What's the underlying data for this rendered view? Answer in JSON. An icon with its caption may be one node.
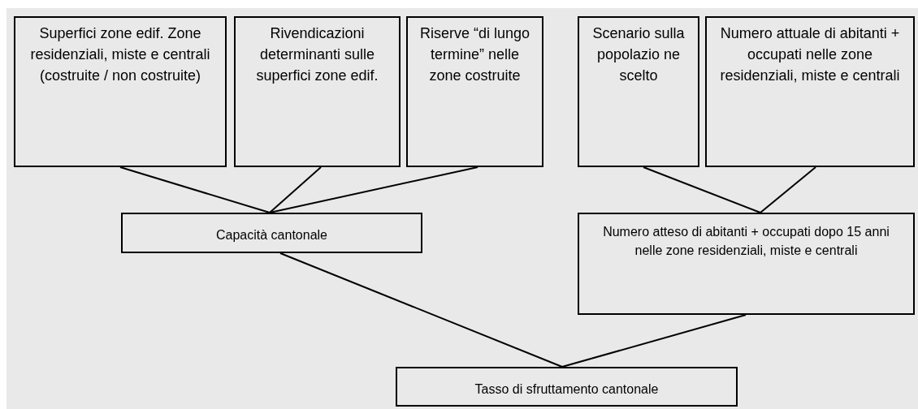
{
  "diagram": {
    "nodes": [
      {
        "text": [
          "Superfici zone edif. Zone residenziali, miste e centrali (costruite / non costruite)"
        ]
      },
      {
        "text": [
          "Rivendicazioni determinanti sulle superfici zone edif."
        ]
      },
      {
        "text": [
          "Riserve “di lungo termine” nelle zone costruite"
        ]
      },
      {
        "text": [
          "Scenario sulla popolazio ne scelto"
        ]
      },
      {
        "text": [
          "Numero attuale di abitanti + occupati nelle zone residenziali, miste e centrali"
        ]
      },
      {
        "text": [
          "Capacità cantonale"
        ]
      },
      {
        "text": [
          "Numero atteso di abitanti + occupati dopo 15 anni nelle zone residenziali, miste e centrali"
        ]
      },
      {
        "text": [
          "Tasso di sfruttamento cantonale"
        ]
      }
    ],
    "edges": [
      {
        "from": 0,
        "to": 5,
        "arrow": "none"
      },
      {
        "from": 1,
        "to": 5,
        "arrow": "none"
      },
      {
        "from": 2,
        "to": 5,
        "arrow": "none"
      },
      {
        "from": 3,
        "to": 6,
        "arrow": "none"
      },
      {
        "from": 4,
        "to": 6,
        "arrow": "none"
      },
      {
        "from": 5,
        "to": 7,
        "arrow": "none"
      },
      {
        "from": 6,
        "to": 7,
        "arrow": "none"
      }
    ]
  }
}
